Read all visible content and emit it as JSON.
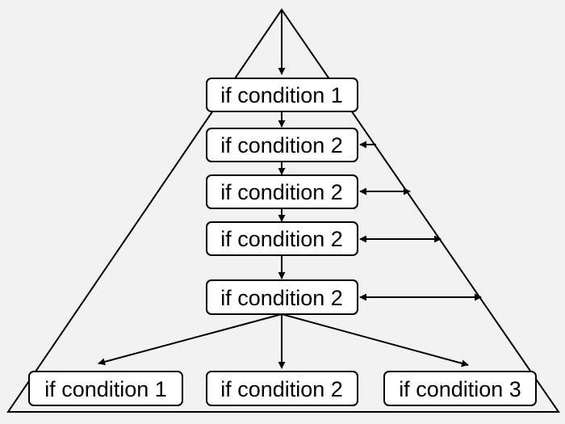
{
  "diagram": {
    "nodes": [
      {
        "id": "top",
        "label": "if condition 1"
      },
      {
        "id": "mid1",
        "label": "if condition 2"
      },
      {
        "id": "mid2",
        "label": "if condition 2"
      },
      {
        "id": "mid3",
        "label": "if condition 2"
      },
      {
        "id": "mid4",
        "label": "if condition 2"
      },
      {
        "id": "leaf1",
        "label": "if condition 1"
      },
      {
        "id": "leaf2",
        "label": "if condition 2"
      },
      {
        "id": "leaf3",
        "label": "if condition 3"
      }
    ],
    "edges": [
      {
        "from": "apex",
        "to": "top",
        "type": "arrow"
      },
      {
        "from": "top",
        "to": "mid1",
        "type": "arrow"
      },
      {
        "from": "mid1",
        "to": "mid2",
        "type": "arrow"
      },
      {
        "from": "mid2",
        "to": "mid3",
        "type": "arrow"
      },
      {
        "from": "mid3",
        "to": "mid4",
        "type": "arrow"
      },
      {
        "from": "mid4",
        "to": "leaf1",
        "type": "arrow"
      },
      {
        "from": "mid4",
        "to": "leaf2",
        "type": "arrow"
      },
      {
        "from": "mid4",
        "to": "leaf3",
        "type": "arrow"
      },
      {
        "from": "triangle-side",
        "to": "mid1",
        "type": "arrow"
      },
      {
        "from": "mid2",
        "to": "triangle-side",
        "type": "double-arrow"
      },
      {
        "from": "mid3",
        "to": "triangle-side",
        "type": "double-arrow"
      },
      {
        "from": "mid4",
        "to": "triangle-side",
        "type": "double-arrow"
      }
    ]
  },
  "colors": {
    "background": "#f2f2f2",
    "stroke": "#000000",
    "node_fill": "#ffffff"
  }
}
